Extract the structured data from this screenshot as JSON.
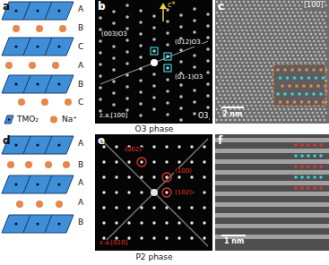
{
  "diagram": {
    "labels": [
      "a",
      "A",
      "B",
      "C",
      "A",
      "B",
      "C",
      "b",
      "c*",
      "(003)O3",
      "(012)O3",
      "(01-1)O3",
      "z.a.[100]",
      "O3",
      "c",
      "[100]",
      "2 nm",
      "O3 phase",
      "d",
      "A",
      "B",
      "A",
      "A",
      "B",
      "e",
      "(002)",
      "(100)",
      "(102)",
      "z.a.[010]",
      "f",
      "1 nm",
      "P2 phase"
    ],
    "legend": [
      {
        "text": "TMO₂"
      },
      {
        "text": "Na⁺"
      }
    ]
  }
}
